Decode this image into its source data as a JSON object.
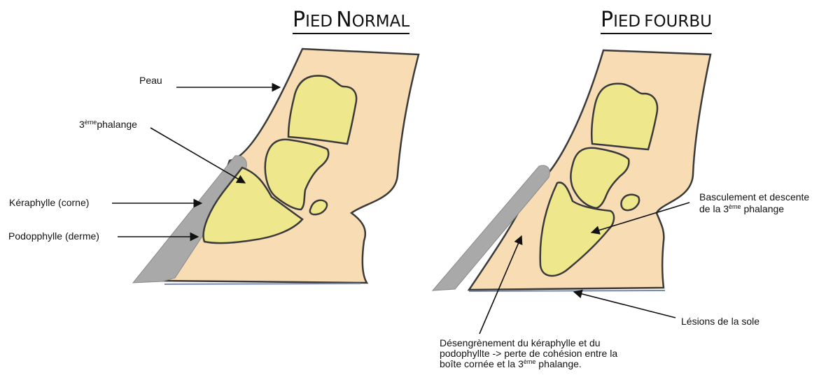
{
  "titles": {
    "normal": {
      "cap1": "P",
      "rest1": "IED",
      "cap2": "N",
      "rest2": "ORMAL"
    },
    "fourbu": {
      "cap1": "P",
      "rest1": "IED",
      "rest2": "FOURBU"
    }
  },
  "labels": {
    "peau": "Peau",
    "phalange_num": "3",
    "phalange_sup": "ème",
    "phalange_text": "phalange",
    "keraphylle": "Kéraphylle (corne)",
    "podophylle": "Podopphylle (derme)",
    "basculement_line1": "Basculement et descente",
    "basculement_line2a": "de la 3",
    "basculement_sup": "ème",
    "basculement_line2b": " phalange",
    "lesions": "Lésions de la sole",
    "desengrenement_line1": "Désengrènement du kéraphylle et du",
    "desengrenement_line2": "podophyllte -> perte de cohésion entre la",
    "desengrenement_line3a": "boîte cornée et la 3",
    "desengrenement_sup": "ème",
    "desengrenement_line3b": " phalange."
  },
  "colors": {
    "skin": "#f7dcb4",
    "bone": "#eee78c",
    "horn": "#a9a9a9",
    "outline": "#3a3a3a"
  }
}
